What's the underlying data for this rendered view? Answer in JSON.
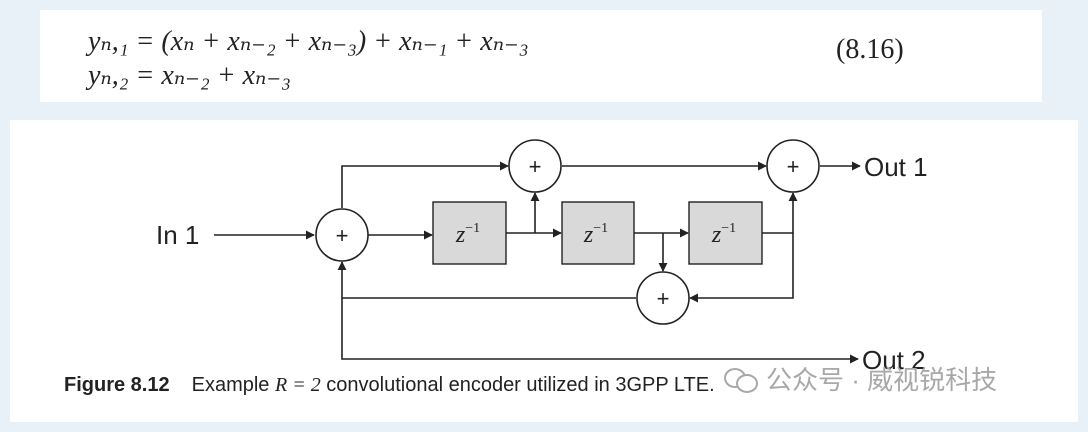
{
  "equation": {
    "line1": "yₙ,₁ = (xₙ + xₙ₋₂ + xₙ₋₃) + xₙ₋₁ + xₙ₋₃",
    "line2": "yₙ,₂ = xₙ₋₂ + xₙ₋₃",
    "number": "(8.16)"
  },
  "diagram": {
    "input_label": "In 1",
    "output1_label": "Out 1",
    "output2_label": "Out 2",
    "adder_symbol": "+",
    "delay_label": "z",
    "delay_exponent": "−1",
    "colors": {
      "delay_fill": "#d9d9d9",
      "stroke": "#222222"
    }
  },
  "caption": {
    "label": "Figure 8.12",
    "text_before": "Example",
    "math": "R = 2",
    "text_after": "convolutional encoder utilized in 3GPP LTE."
  },
  "watermark": {
    "icon": "wechat-icon",
    "text": "公众号 · 威视锐科技"
  }
}
